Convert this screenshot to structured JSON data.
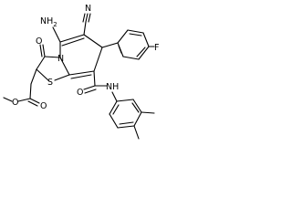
{
  "molecule": {
    "labels": {
      "nh2": "NH",
      "nh2_sub": "2",
      "cn_n": "N",
      "f": "F",
      "o_ring_carbonyl": "O",
      "n_ring": "N",
      "s_ring": "S",
      "o_amide": "O",
      "nh_amide": "NH",
      "o_ester_carbonyl": "O",
      "o_ester_methoxy": "O"
    }
  }
}
